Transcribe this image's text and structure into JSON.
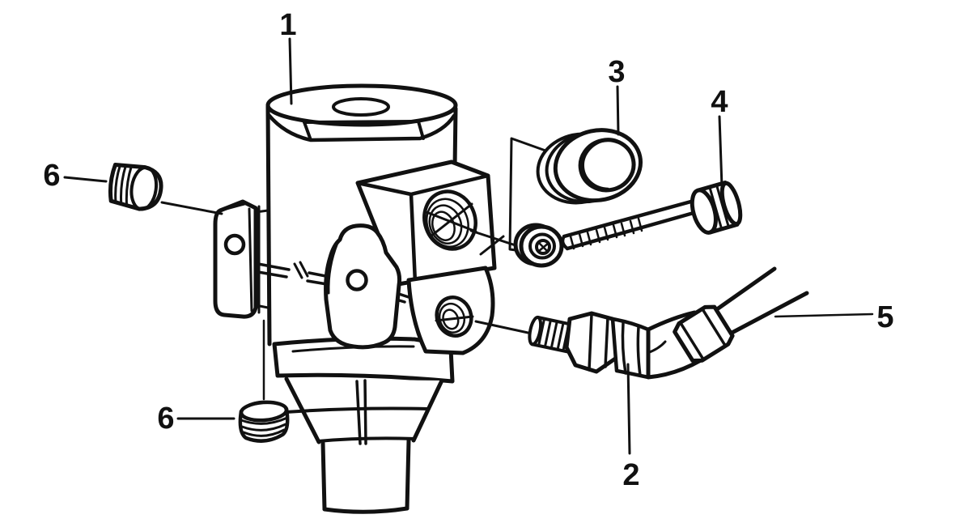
{
  "figure": {
    "type": "exploded-parts-diagram",
    "background": "#ffffff",
    "ink_color": "#111111",
    "callout_count": 7
  },
  "callouts": {
    "c1": {
      "label": "1",
      "part": "main-valve-body"
    },
    "c2": {
      "label": "2",
      "part": "elbow-fitting"
    },
    "c3": {
      "label": "3",
      "part": "seal-collar-ring"
    },
    "c4": {
      "label": "4",
      "part": "hex-head-bolt"
    },
    "c5": {
      "label": "5",
      "part": "hose"
    },
    "c6a": {
      "label": "6",
      "part": "threaded-plug-upper"
    },
    "c6b": {
      "label": "6",
      "part": "threaded-plug-lower"
    }
  }
}
